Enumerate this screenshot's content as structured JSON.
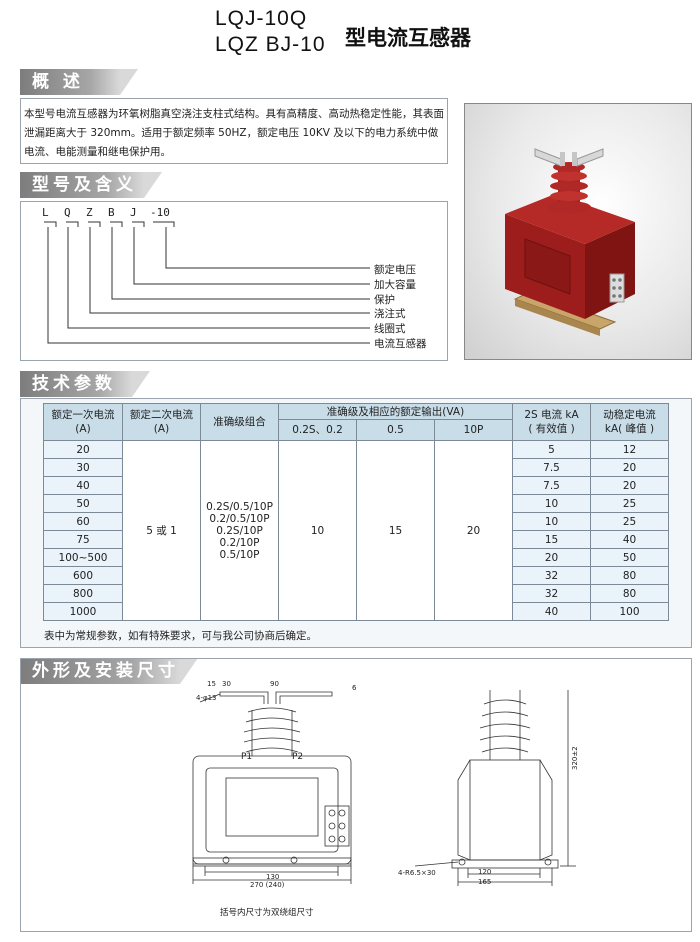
{
  "title": {
    "line1": "LQJ-10Q",
    "line2": "LQZ BJ-10",
    "suffix": "型电流互感器"
  },
  "overview": {
    "heading": "概  述",
    "text": "本型号电流互感器为环氧树脂真空浇注支柱式结构。具有高精度、高动热稳定性能，其表面泄漏距离大于 320mm。适用于额定频率 50HZ，额定电压 10KV 及以下的电力系统中做电流、电能测量和继电保护用。"
  },
  "model": {
    "heading": "型号及含义",
    "code": [
      "L",
      "Q",
      "Z",
      "B",
      "J",
      "-10"
    ],
    "labels": [
      "额定电压",
      "加大容量",
      "保护",
      "浇注式",
      "线圈式",
      "电流互感器"
    ]
  },
  "tech": {
    "heading": "技术参数",
    "headers": {
      "primary": "额定一次电流(A)",
      "secondary": "额定二次电流(A)",
      "accuracy": "准确级组合",
      "output_group": "准确级及相应的额定输出(VA)",
      "out_02": "0.2S、0.2",
      "out_05": "0.5",
      "out_10p": "10P",
      "thermal": "2S 电流 kA",
      "thermal_sub": "( 有效值 )",
      "dynamic": "动稳定电流",
      "dynamic_sub": "kA( 峰值 )"
    },
    "primary_currents": [
      "20",
      "30",
      "40",
      "50",
      "60",
      "75",
      "100~500",
      "600",
      "800",
      "1000"
    ],
    "secondary_current": "5 或 1",
    "accuracy_combos": [
      "0.2S/0.5/10P",
      "0.2/0.5/10P",
      "0.2S/10P",
      "0.2/10P",
      "0.5/10P"
    ],
    "outputs": {
      "out_02": "10",
      "out_05": "15",
      "out_10p": "20"
    },
    "thermal_currents": [
      "5",
      "7.5",
      "7.5",
      "10",
      "10",
      "15",
      "20",
      "32",
      "32",
      "40"
    ],
    "dynamic_currents": [
      "12",
      "20",
      "20",
      "25",
      "25",
      "40",
      "50",
      "80",
      "80",
      "100"
    ],
    "note": "表中为常规参数，如有特殊要求，可与我公司协商后确定。"
  },
  "dimensions": {
    "heading": "外形及安装尺寸",
    "labels": {
      "d15": "15",
      "d30": "30",
      "d90": "90",
      "d6": "6",
      "hole": "4-φ13",
      "p1": "P1",
      "p2": "P2",
      "d130": "130",
      "d270": "270 (240)",
      "slot": "4-R6.5×30",
      "d320": "320±2",
      "d120": "120",
      "d165": "165",
      "caption": "括号内尺寸为双绕组尺寸"
    }
  },
  "colors": {
    "header_gray": "#8c8c8c",
    "table_head": "#c9dde9",
    "table_cell": "#e9f3f9",
    "product_red": "#a8201e"
  }
}
